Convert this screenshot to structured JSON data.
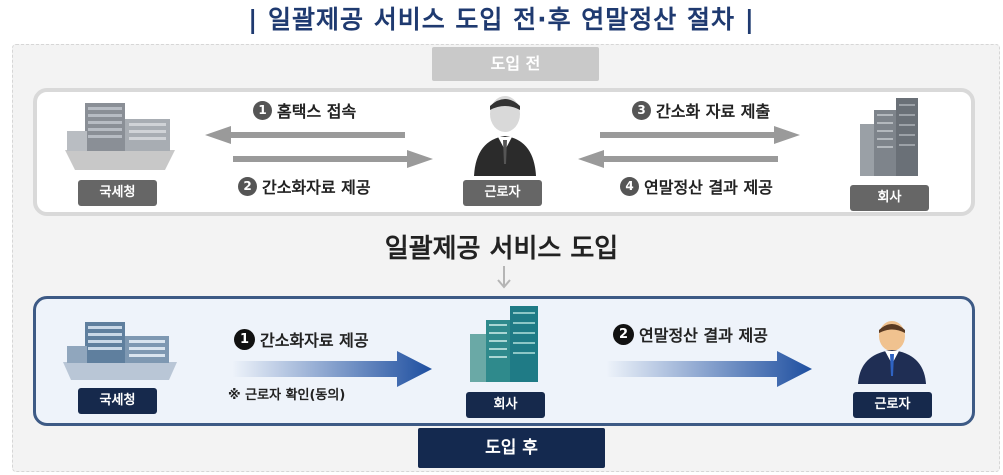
{
  "title": "| 일괄제공 서비스 도입 전·후 연말정산 절차 |",
  "before": {
    "tab_label": "도입 전",
    "entities": {
      "nts": "국세청",
      "worker": "근로자",
      "company": "회사"
    },
    "steps": [
      {
        "num": "1",
        "text": "홈택스 접속"
      },
      {
        "num": "2",
        "text": "간소화자료 제공"
      },
      {
        "num": "3",
        "text": "간소화 자료 제출"
      },
      {
        "num": "4",
        "text": "연말정산 결과 제공"
      }
    ]
  },
  "middle_label": "일괄제공 서비스 도입",
  "after": {
    "tab_label": "도입 후",
    "entities": {
      "nts": "국세청",
      "company": "회사",
      "worker": "근로자"
    },
    "steps": [
      {
        "num": "1",
        "text": "간소화자료 제공"
      },
      {
        "num": "2",
        "text": "연말정산 결과 제공"
      }
    ],
    "note": "※ 근로자 확인(동의)"
  },
  "colors": {
    "title": "#1f3a70",
    "navy": "#16294c",
    "gray_label": "#666666",
    "arrow_blue": "#1e4fa0"
  }
}
